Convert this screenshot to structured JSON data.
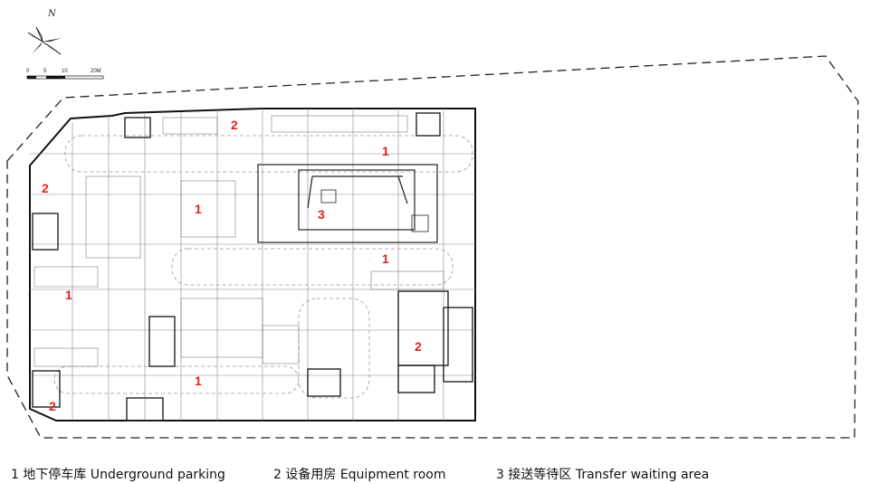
{
  "compass": {
    "north_label": "N",
    "icon": "north-arrow-icon"
  },
  "scale_bar": {
    "ticks": [
      "0",
      "5",
      "10",
      "20M"
    ]
  },
  "area_labels": [
    {
      "id": "a1",
      "text": "1"
    },
    {
      "id": "a2",
      "text": "1"
    },
    {
      "id": "a3",
      "text": "1"
    },
    {
      "id": "a4",
      "text": "1"
    },
    {
      "id": "a5",
      "text": "1"
    },
    {
      "id": "b1",
      "text": "2"
    },
    {
      "id": "b2",
      "text": "2"
    },
    {
      "id": "b3",
      "text": "2"
    },
    {
      "id": "b4",
      "text": "2"
    },
    {
      "id": "c1",
      "text": "3"
    }
  ],
  "legend": [
    {
      "number": "1",
      "text": "地下停车库  Underground parking"
    },
    {
      "number": "2",
      "text": "设备用房  Equipment room"
    },
    {
      "number": "3",
      "text": "接送等待区  Transfer waiting area"
    }
  ],
  "colors": {
    "label": "#e3231b",
    "line": "#222222",
    "background": "#ffffff"
  }
}
